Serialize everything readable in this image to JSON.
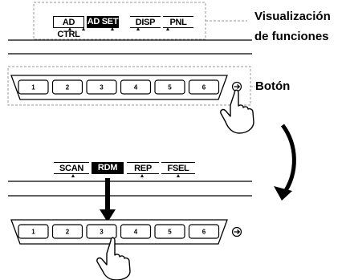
{
  "callouts": {
    "function_display_line1": "Visualización",
    "function_display_line2": "de funciones",
    "button": "Botón"
  },
  "top_panel": {
    "functions": [
      "AD CTRL",
      "AD SET",
      "DISP",
      "PNL"
    ],
    "selected_index": 1,
    "buttons": [
      "1",
      "2",
      "3",
      "4",
      "5",
      "6"
    ]
  },
  "bottom_panel": {
    "functions": [
      "SCAN",
      "RDM",
      "REP",
      "FSEL"
    ],
    "selected_index": 1,
    "buttons": [
      "1",
      "2",
      "3",
      "4",
      "5",
      "6"
    ],
    "pressed_button_index": 2
  },
  "icons": {
    "side_button": "circled-arrow-icon",
    "pointer": "hand-pointer-icon",
    "transition": "curved-arrow-icon",
    "press": "down-arrow-icon"
  }
}
